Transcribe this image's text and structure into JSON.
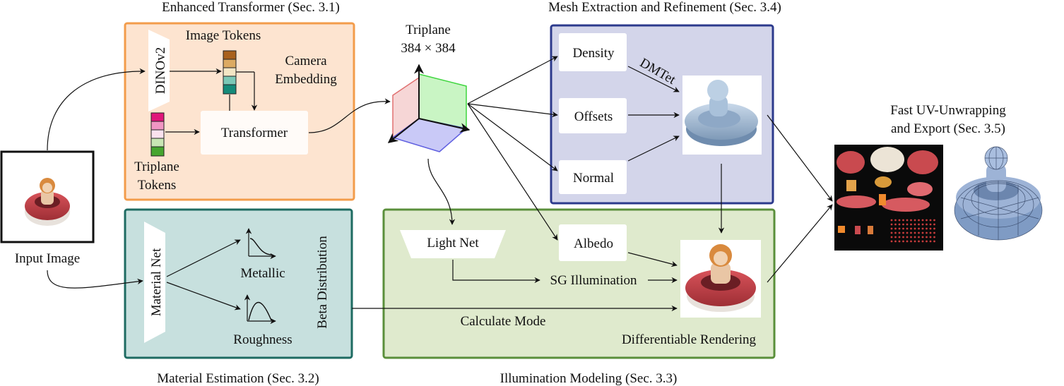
{
  "sections": {
    "enhanced_transformer": "Enhanced Transformer (Sec. 3.1)",
    "mesh_extraction": "Mesh Extraction and Refinement (Sec. 3.4)",
    "material_estimation": "Material Estimation (Sec. 3.2)",
    "illumination_modeling": "Illumination Modeling (Sec. 3.3)",
    "uv_unwrapping_line1": "Fast UV-Unwrapping",
    "uv_unwrapping_line2": "and Export (Sec. 3.5)"
  },
  "input": {
    "label": "Input Image"
  },
  "transformer": {
    "dinov2": "DINOv2",
    "image_tokens": "Image Tokens",
    "camera_line1": "Camera",
    "camera_line2": "Embedding",
    "transformer": "Transformer",
    "triplane_tokens_line1": "Triplane",
    "triplane_tokens_line2": "Tokens"
  },
  "triplane": {
    "line1": "Triplane",
    "line2": "384 × 384"
  },
  "mesh": {
    "density": "Density",
    "offsets": "Offsets",
    "normal": "Normal",
    "dmtet": "DMTet"
  },
  "material": {
    "material_net": "Material Net",
    "metallic": "Metallic",
    "roughness": "Roughness",
    "beta_distribution": "Beta Distribution"
  },
  "illumination": {
    "light_net": "Light Net",
    "albedo": "Albedo",
    "sg_illumination": "SG Illumination",
    "calculate_mode": "Calculate Mode",
    "differentiable_rendering": "Differentiable Rendering"
  },
  "colors": {
    "transformer_border": "#f39c4b",
    "transformer_fill": "#fde4d0",
    "mesh_border": "#2c3a8c",
    "mesh_fill": "#d3d5ea",
    "material_border": "#1e6b62",
    "material_fill": "#c7e0de",
    "illum_border": "#5a8f3a",
    "illum_fill": "#dfeacd"
  }
}
